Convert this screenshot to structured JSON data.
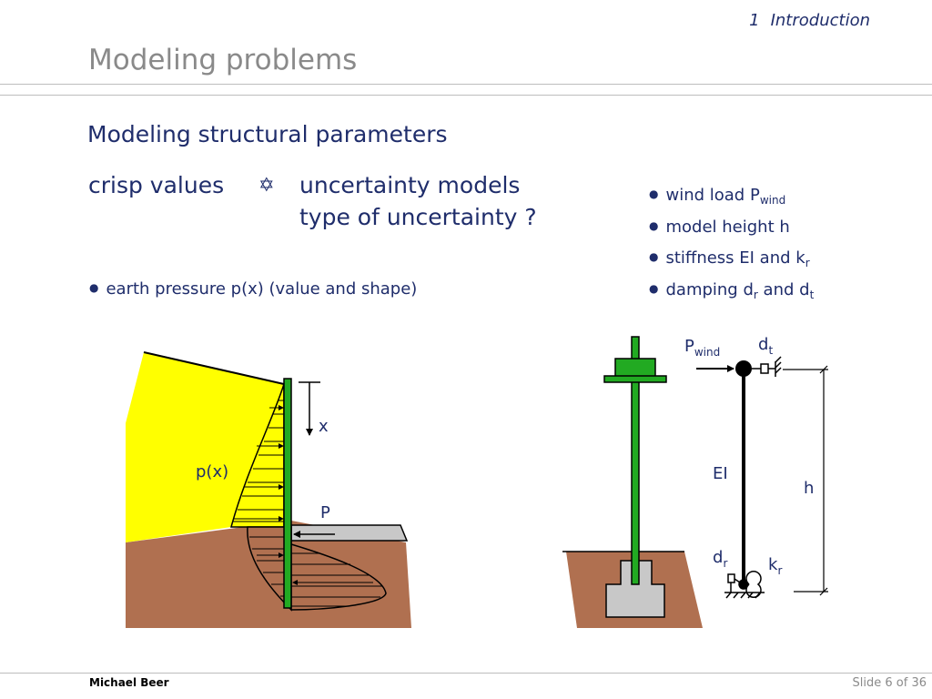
{
  "header": {
    "section_number": "1",
    "section_title": "Introduction",
    "title": "Modeling problems"
  },
  "content": {
    "subtitle": "Modeling structural parameters",
    "crisp": "crisp values",
    "arrow_symbol": "✡",
    "uncertainty_line1": "uncertainty models",
    "uncertainty_line2": "type of uncertainty ?",
    "earth_pressure": "earth pressure p(x)  (value and shape)",
    "bullets": {
      "wind_load": "wind load P",
      "wind_load_sub": "wind",
      "model_height": "model height h",
      "stiffness": "stiffness EI and k",
      "stiffness_sub": "r",
      "damping": "damping d",
      "damping_sub_r": "r",
      "damping_and": " and d",
      "damping_sub_t": "t"
    }
  },
  "left_diagram": {
    "x_label": "x",
    "px_label": "p(x)",
    "p_label": "P"
  },
  "right_diagram": {
    "p_label": "P",
    "p_sub": "wind",
    "dt_label": "d",
    "dt_sub": "t",
    "ei_label": "EI",
    "h_label": "h",
    "dr_label": "d",
    "dr_sub": "r",
    "kr_label": "k",
    "kr_sub": "r"
  },
  "footer": {
    "author": "Michael Beer",
    "slide": "Slide 6 of 36"
  },
  "colors": {
    "heading_blue": "#1f2d6b",
    "soil_brown": "#b07050",
    "retained_yellow": "#ffff00",
    "wall_green": "#22aa22",
    "grey": "#c8c8c8"
  }
}
